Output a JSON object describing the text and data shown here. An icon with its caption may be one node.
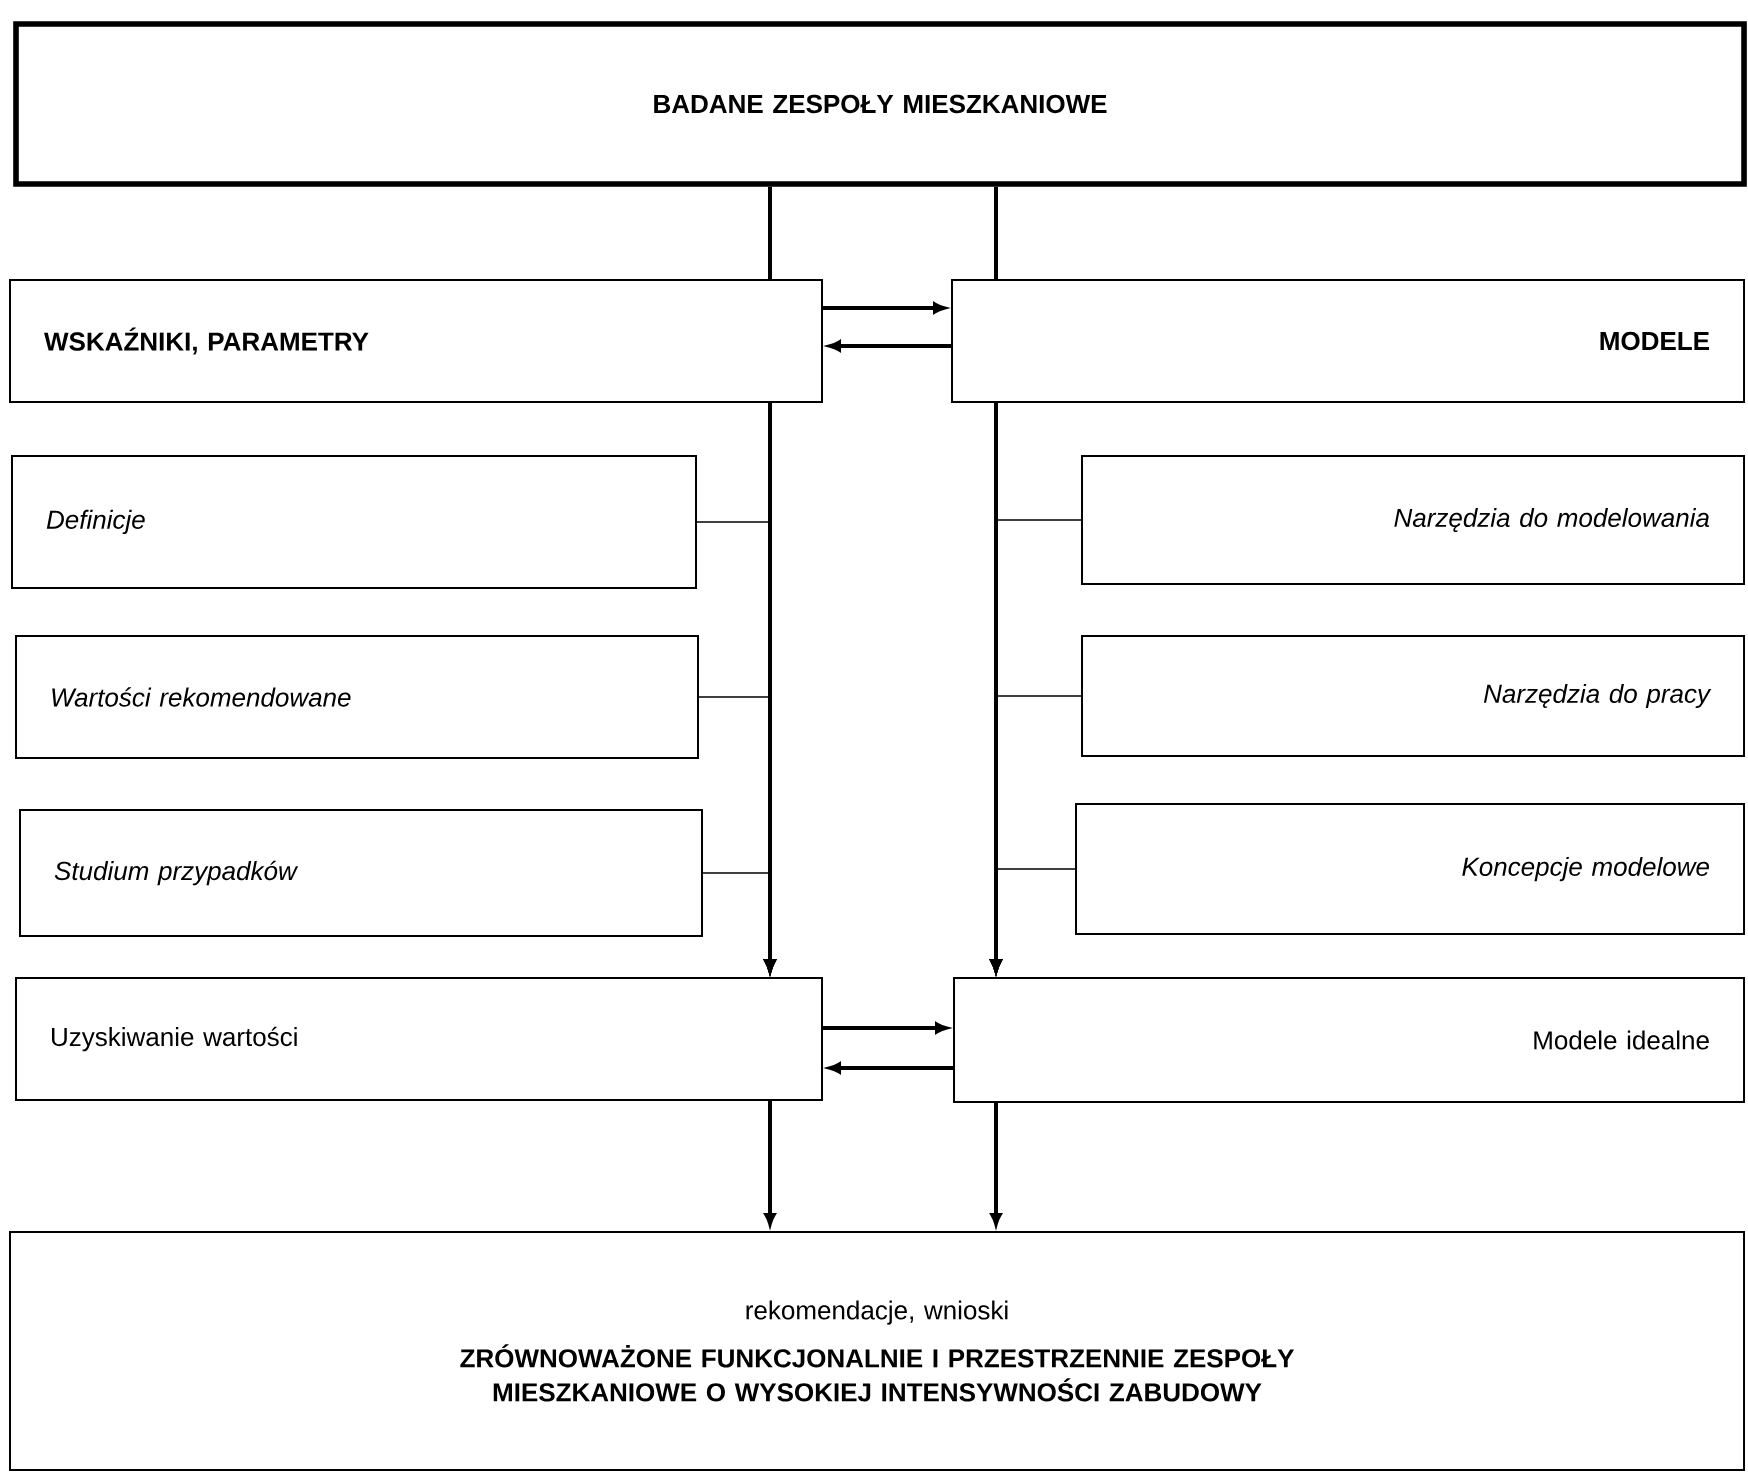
{
  "diagram": {
    "nodes": [
      {
        "text": [
          "BADANE ZESPOŁY MIESZKANIOWE"
        ]
      },
      {
        "text": [
          "WSKAŹNIKI, PARAMETRY"
        ]
      },
      {
        "text": [
          "MODELE"
        ]
      },
      {
        "text": [
          "Definicje"
        ]
      },
      {
        "text": [
          "Wartości rekomendowane"
        ]
      },
      {
        "text": [
          "Studium przypadków"
        ]
      },
      {
        "text": [
          "Narzędzia do modelowania"
        ]
      },
      {
        "text": [
          "Narzędzia do pracy"
        ]
      },
      {
        "text": [
          "Koncepcje modelowe"
        ]
      },
      {
        "text": [
          "Uzyskiwanie wartości"
        ]
      },
      {
        "text": [
          "Modele idealne"
        ]
      },
      {
        "text": [
          "rekomendacje, wnioski",
          "ZRÓWNOWAŻONE FUNKCJONALNIE I PRZESTRZENNIE ZESPOŁY MIESZKANIOWE O WYSOKIEJ INTENSYWNOŚCI ZABUDOWY"
        ]
      }
    ],
    "edges": [
      {
        "from": 0,
        "to": 1,
        "arrow": "none"
      },
      {
        "from": 0,
        "to": 2,
        "arrow": "none"
      },
      {
        "from": 1,
        "to": 2,
        "arrow": "to"
      },
      {
        "from": 2,
        "to": 1,
        "arrow": "to"
      },
      {
        "from": 1,
        "to": 9,
        "arrow": "to"
      },
      {
        "from": 3,
        "to": 9,
        "arrow": "to"
      },
      {
        "from": 4,
        "to": 9,
        "arrow": "to"
      },
      {
        "from": 5,
        "to": 9,
        "arrow": "to"
      },
      {
        "from": 2,
        "to": 10,
        "arrow": "to"
      },
      {
        "from": 6,
        "to": 10,
        "arrow": "to"
      },
      {
        "from": 7,
        "to": 10,
        "arrow": "to"
      },
      {
        "from": 8,
        "to": 10,
        "arrow": "to"
      },
      {
        "from": 9,
        "to": 10,
        "arrow": "to"
      },
      {
        "from": 10,
        "to": 9,
        "arrow": "to"
      },
      {
        "from": 9,
        "to": 11,
        "arrow": "to"
      },
      {
        "from": 10,
        "to": 11,
        "arrow": "to"
      }
    ]
  }
}
